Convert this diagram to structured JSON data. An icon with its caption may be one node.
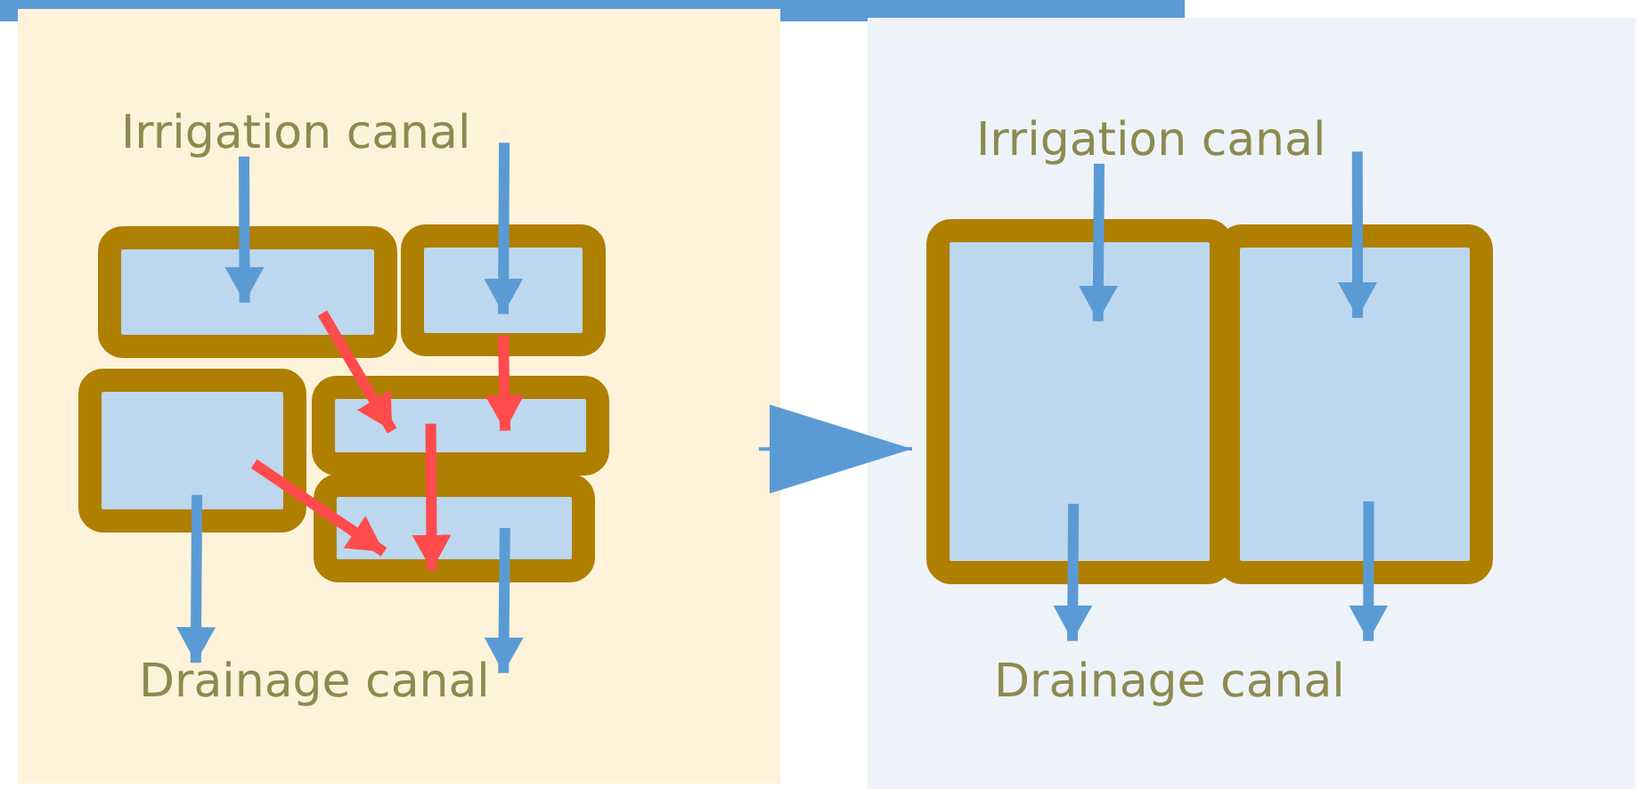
{
  "diagram": {
    "nodes": [
      {
        "text": [],
        "shape": "box"
      },
      {
        "text": [
          "Irrigation canal"
        ],
        "in": 0
      },
      {
        "text": [
          "Drainage canal"
        ],
        "in": 0
      },
      {
        "text": [],
        "shape": "box",
        "in": 0
      },
      {
        "text": [],
        "shape": "box",
        "in": 0
      },
      {
        "text": [],
        "shape": "box",
        "in": 0
      },
      {
        "text": [],
        "shape": "box",
        "in": 0
      },
      {
        "text": [],
        "shape": "box",
        "in": 0
      },
      {
        "text": [],
        "shape": "box"
      },
      {
        "text": [
          "Irrigation canal"
        ],
        "in": 8
      },
      {
        "text": [
          "Drainage canal"
        ],
        "in": 8
      },
      {
        "text": [],
        "shape": "box",
        "in": 8
      },
      {
        "text": [],
        "shape": "box",
        "in": 8
      }
    ],
    "edges": [
      {
        "from": 1,
        "to": 3,
        "arrow": "to"
      },
      {
        "from": 1,
        "to": 4,
        "arrow": "to"
      },
      {
        "from": 5,
        "to": 2,
        "arrow": "to"
      },
      {
        "from": 7,
        "to": 2,
        "arrow": "to"
      },
      {
        "from": 3,
        "to": 6,
        "arrow": "to",
        "color": "#ff4b4b"
      },
      {
        "from": 4,
        "to": 6,
        "arrow": "to",
        "color": "#ff4b4b"
      },
      {
        "from": 5,
        "to": 7,
        "arrow": "to",
        "color": "#ff4b4b"
      },
      {
        "from": 6,
        "to": 7,
        "arrow": "to",
        "color": "#ff4b4b"
      },
      {
        "from": 0,
        "to": 8,
        "arrow": "to"
      },
      {
        "from": 9,
        "to": 11,
        "arrow": "to"
      },
      {
        "from": 9,
        "to": 12,
        "arrow": "to"
      },
      {
        "from": 11,
        "to": 10,
        "arrow": "to"
      },
      {
        "from": 12,
        "to": 10,
        "arrow": "to"
      }
    ]
  }
}
